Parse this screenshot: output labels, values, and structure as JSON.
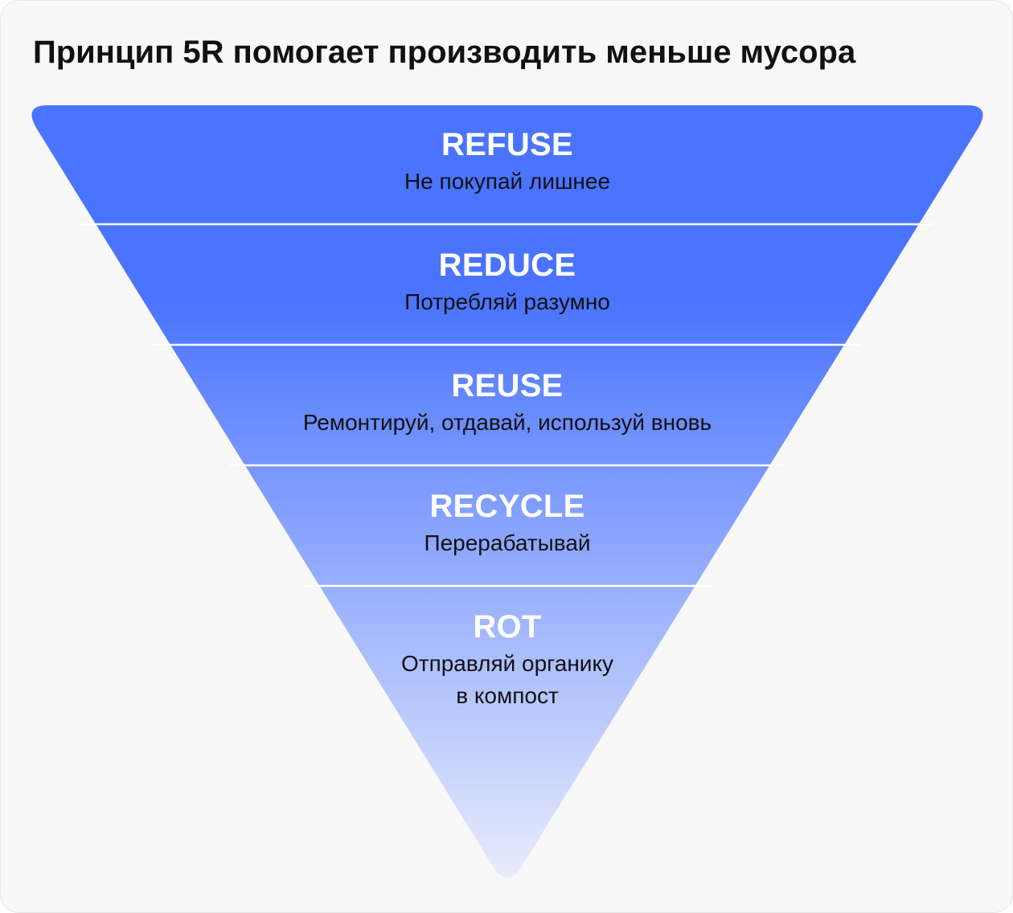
{
  "title": "Принцип 5R помогает производить меньше мусора",
  "colors": {
    "background": "#f8f8f8",
    "blue_dark": "#4a74ff",
    "blue_light": "#e8ecfb",
    "divider": "#ffffff"
  },
  "levels": [
    {
      "name": "REFUSE",
      "description": "Не покупай лишнее"
    },
    {
      "name": "REDUCE",
      "description": "Потребляй разумно"
    },
    {
      "name": "REUSE",
      "description": "Ремонтируй, отдавай, используй вновь"
    },
    {
      "name": "RECYCLE",
      "description": "Перерабатывай"
    },
    {
      "name": "ROT",
      "description": "Отправляй органику\nв компост"
    }
  ]
}
